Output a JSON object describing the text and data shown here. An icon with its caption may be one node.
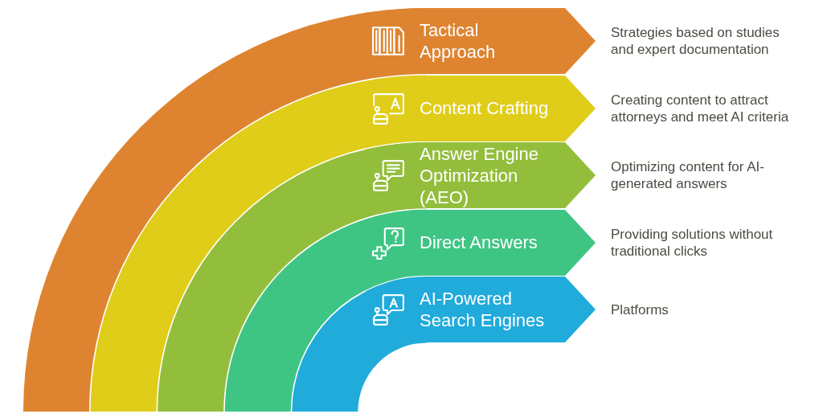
{
  "diagram": {
    "nodes": [
      {
        "text": [
          "Tactical Approach"
        ],
        "beside": [
          "Strategies based on studies and expert documentation"
        ]
      },
      {
        "text": [
          "Content Crafting"
        ],
        "beside": [
          "Creating content to attract attorneys and meet AI criteria"
        ]
      },
      {
        "text": [
          "Answer Engine Optimization (AEO)"
        ],
        "beside": [
          "Optimizing content for AI-generated answers"
        ]
      },
      {
        "text": [
          "Direct Answers"
        ],
        "beside": [
          "Providing solutions without traditional clicks"
        ]
      },
      {
        "text": [
          "AI-Powered Search Engines"
        ],
        "beside": [
          "Platforms"
        ]
      }
    ]
  }
}
